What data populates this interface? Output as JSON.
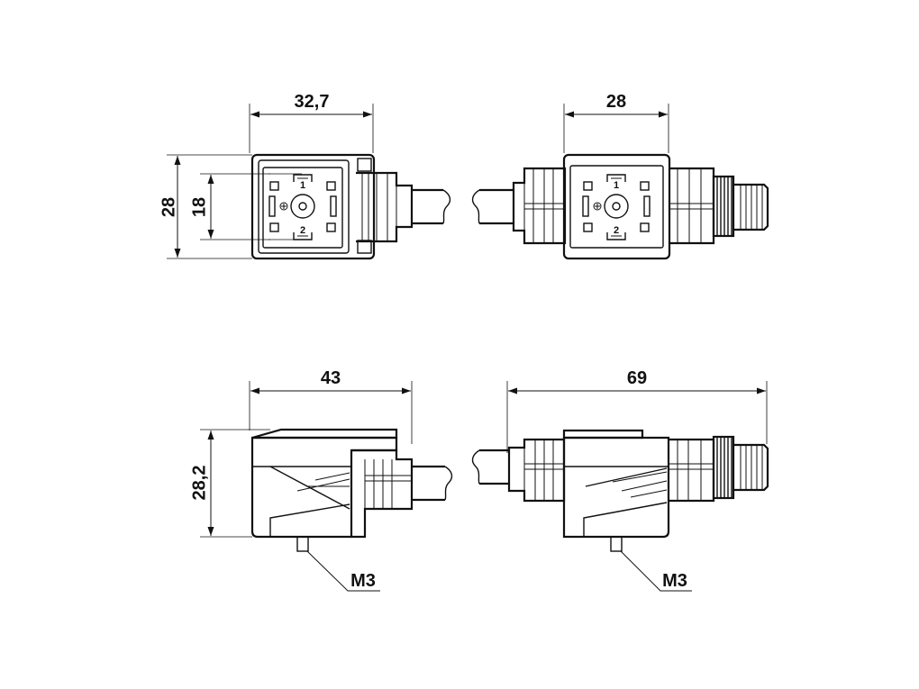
{
  "dimensions": {
    "front_width_left": "32,7",
    "front_width_right": "28",
    "front_height_outer": "28",
    "front_height_inner": "18",
    "side_width_left": "43",
    "side_width_right": "69",
    "side_height": "28,2"
  },
  "callouts": {
    "screw_left": "M3",
    "screw_right": "M3"
  },
  "pins": {
    "top": "1",
    "bottom": "2"
  }
}
